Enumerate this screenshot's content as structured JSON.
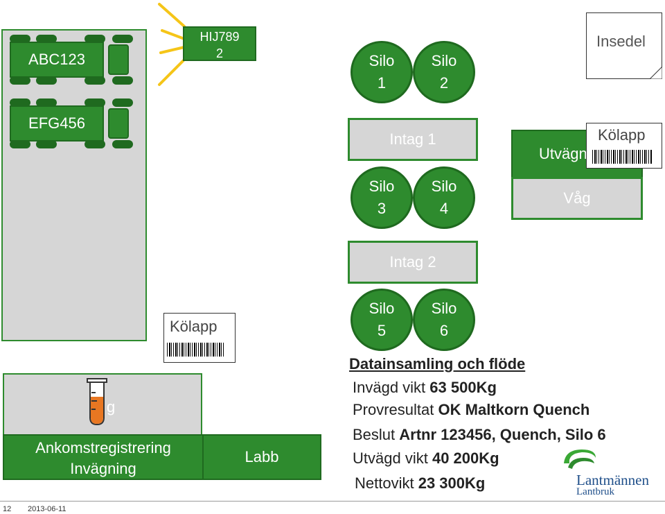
{
  "trucks": {
    "truck1_label": "ABC123",
    "truck2_label": "EFG456",
    "truck3_label_line1": "HIJ789",
    "truck3_label_line2": "2"
  },
  "silos": [
    {
      "line1": "Silo",
      "line2": "1"
    },
    {
      "line1": "Silo",
      "line2": "2"
    },
    {
      "line1": "Silo",
      "line2": "3"
    },
    {
      "line1": "Silo",
      "line2": "4"
    },
    {
      "line1": "Silo",
      "line2": "5"
    },
    {
      "line1": "Silo",
      "line2": "6"
    }
  ],
  "stations": {
    "intag1": "Intag 1",
    "intag2": "Intag 2",
    "utvagning": "Utvägn",
    "vag": "Våg",
    "ankomst_line1": "Ankomstregistrering",
    "ankomst_line2": "Invägning",
    "ankomst_fragment": "g",
    "labb": "Labb"
  },
  "notes": {
    "insedel": "Insedel",
    "kolapp_top": "Kölapp",
    "kolapp_left": "Kölapp"
  },
  "info": {
    "heading": "Datainsamling och flöde",
    "line1_label": "Invägd vikt",
    "line1_value": "63 500Kg",
    "line2_label": "Provresultat",
    "line2_value": "OK Maltkorn Quench",
    "line3_label": "Beslut",
    "line3_value": "Artnr 123456, Quench, Silo 6",
    "line4_label": "Utvägd vikt",
    "line4_value": "40 200Kg",
    "line5_label": "Nettovikt",
    "line5_value": "23 300Kg"
  },
  "logo": {
    "name": "Lantmännen",
    "sub": "Lantbruk"
  },
  "footer": {
    "page": "12",
    "date": "2013-06-11"
  },
  "colors": {
    "green": "#2e8b2e",
    "dark_green": "#1f6a1f",
    "gray": "#d6d6d6",
    "orange": "#e87722"
  }
}
